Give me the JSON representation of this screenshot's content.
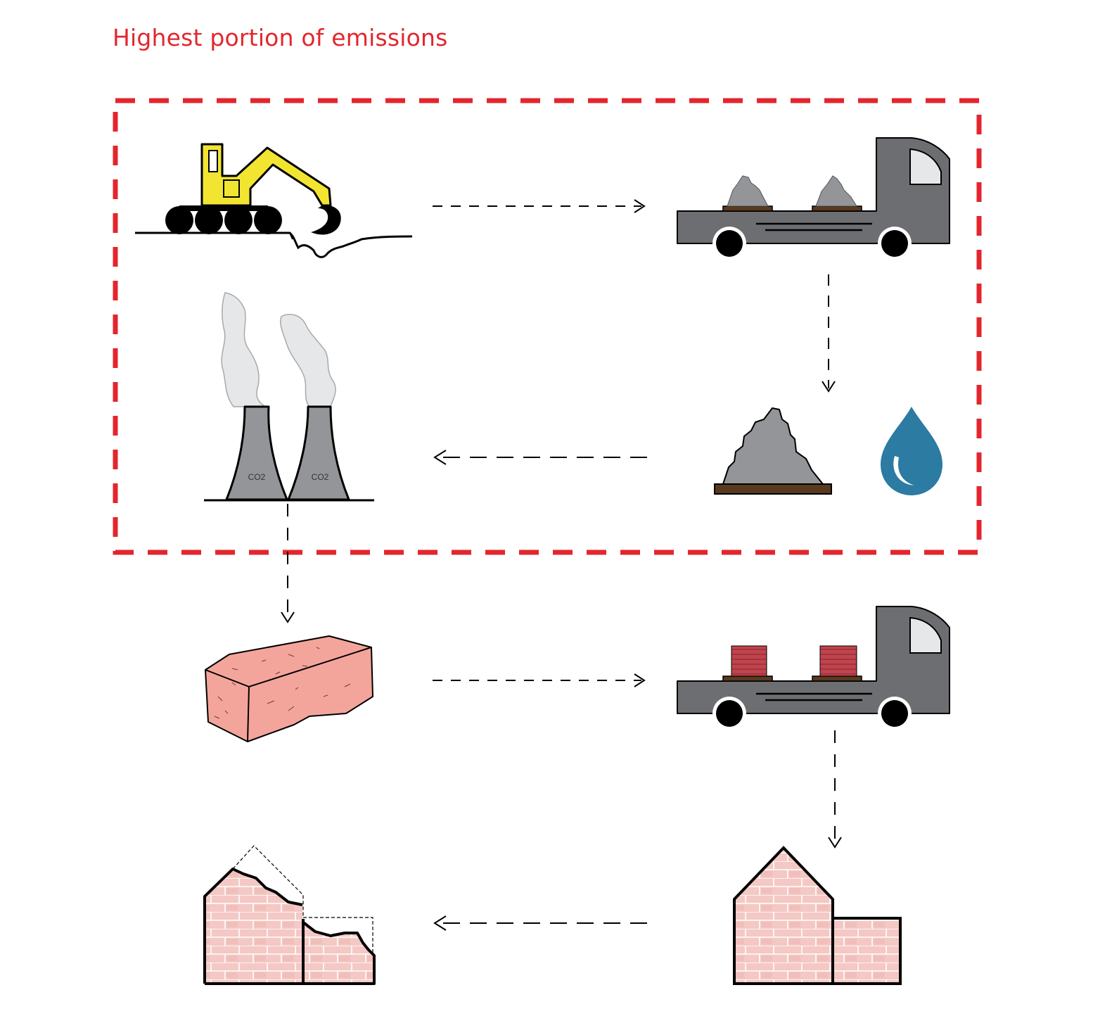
{
  "title": "Highest portion of emissions",
  "colors": {
    "highlight_border": "#e3262d",
    "excavator": "#f2e531",
    "truck": "#6d6e71",
    "rock": "#939598",
    "pallet": "#5a3a1e",
    "water": "#2b7ba3",
    "smoke": "#e6e7e8",
    "brick": "#f4a59b",
    "crate": "#c0444d",
    "wall": "#f4c8c4"
  },
  "stages": [
    {
      "icon": "excavator-icon"
    },
    {
      "icon": "truck-with-rocks-icon"
    },
    {
      "icon": "rock-pile-icon"
    },
    {
      "icon": "water-drop-icon"
    },
    {
      "icon": "factory-chimneys-icon",
      "chimney_labels": [
        "CO2",
        "CO2"
      ]
    },
    {
      "icon": "brick-icon"
    },
    {
      "icon": "truck-with-bricks-icon"
    },
    {
      "icon": "house-icon"
    },
    {
      "icon": "demolished-house-icon"
    }
  ]
}
